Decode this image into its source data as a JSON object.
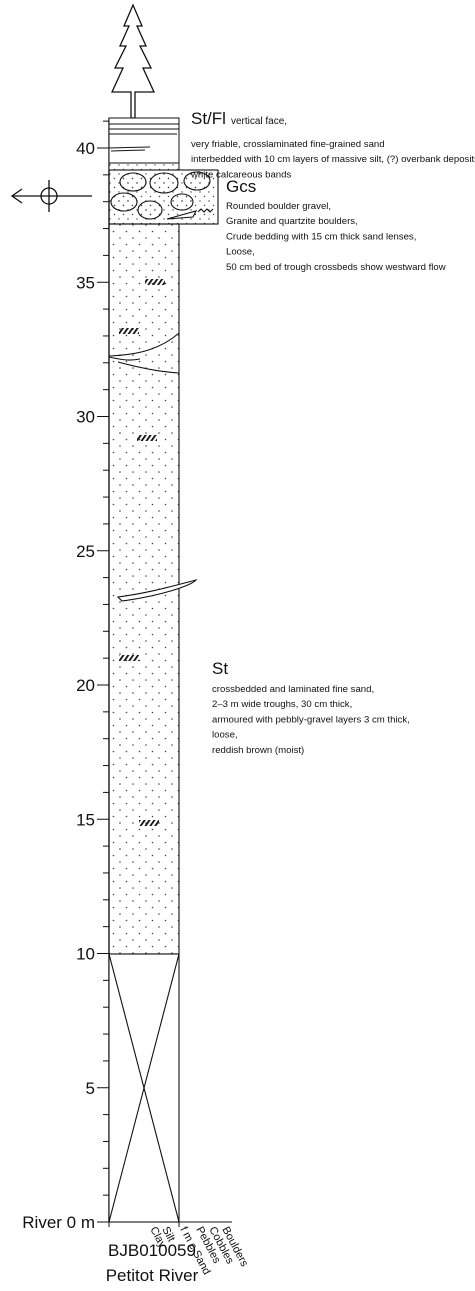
{
  "axis": {
    "ticks": [
      {
        "value": 40,
        "label": "40"
      },
      {
        "value": 35,
        "label": "35"
      },
      {
        "value": 30,
        "label": "30"
      },
      {
        "value": 25,
        "label": "25"
      },
      {
        "value": 20,
        "label": "20"
      },
      {
        "value": 15,
        "label": "15"
      },
      {
        "value": 10,
        "label": "10"
      },
      {
        "value": 5,
        "label": "5"
      },
      {
        "value": 0,
        "label": "River 0 m"
      }
    ],
    "range": [
      0,
      42
    ]
  },
  "grain_size_labels": [
    "Clay",
    "Silt",
    "f m c Sand",
    "Pebbles",
    "Cobbles",
    "Boulders"
  ],
  "grain_size_ticks": [
    "Clay",
    "Silt",
    "f",
    "m",
    "c",
    "Sand",
    "Pebbles",
    "Cobbles",
    "Boulders"
  ],
  "units": [
    {
      "code": "St/Fl",
      "suffix": "vertical face,",
      "lines": [
        "very friable, crosslaminated fine-grained sand",
        "interbedded with 10 cm layers of massive silt, (?) overbank deposits",
        "white calcareous bands"
      ]
    },
    {
      "code": "Gcs",
      "lines": [
        "Rounded boulder gravel,",
        "Granite and quartzite boulders,",
        "Crude bedding with 15 cm thick sand lenses,",
        "Loose,",
        "50 cm bed of trough crossbeds show westward flow"
      ]
    },
    {
      "code": "St",
      "lines": [
        "crossbedded and laminated fine sand,",
        "2–3 m wide troughs, 30 cm thick,",
        "armoured with pebbly-gravel layers 3 cm thick,",
        "loose,",
        "reddish brown (moist)"
      ]
    }
  ],
  "section_id": "BJB010059",
  "section_name": "Petitot River",
  "icons": [
    "tree-icon",
    "paleoflow-compass-icon",
    "crossbed-symbol-icon"
  ]
}
